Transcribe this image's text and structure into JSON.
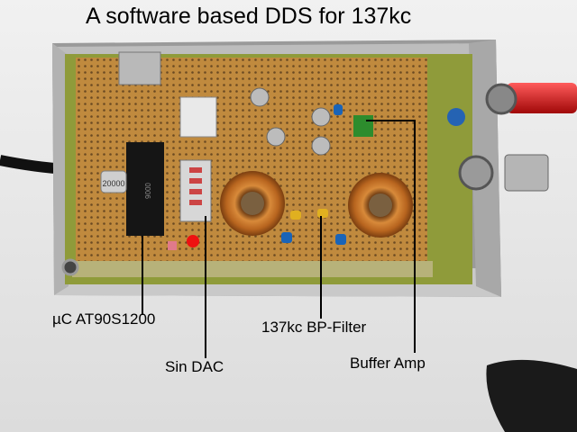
{
  "photo": {
    "title": "A software based DDS for 137kc",
    "annotations": [
      {
        "label": "µC AT90S1200"
      },
      {
        "label": "Sin DAC"
      },
      {
        "label": "137kc BP-Filter"
      },
      {
        "label": "Buffer Amp"
      }
    ],
    "board_text": {
      "crystal": "20000",
      "chip": "0006"
    }
  }
}
